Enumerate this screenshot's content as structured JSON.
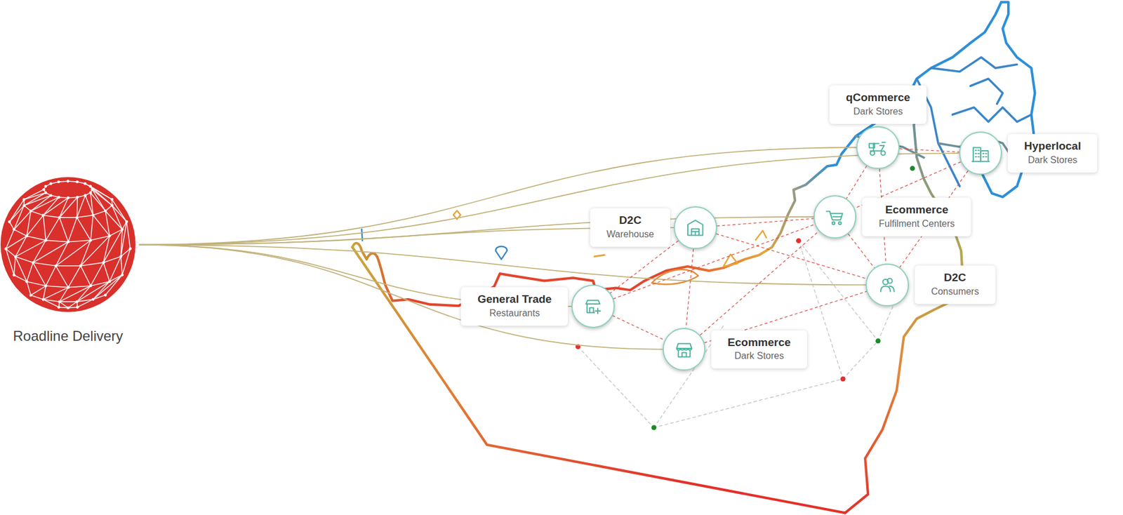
{
  "diagram": {
    "nodes": [
      {
        "text": [
          "Roadline Delivery"
        ]
      },
      {
        "text": [
          "qCommerce",
          "Dark Stores"
        ]
      },
      {
        "text": [
          "Hyperlocal",
          "Dark Stores"
        ]
      },
      {
        "text": [
          "D2C",
          "Warehouse"
        ]
      },
      {
        "text": [
          "Ecommerce",
          "Fulfilment Centers"
        ]
      },
      {
        "text": [
          "General Trade",
          "Restaurants"
        ]
      },
      {
        "text": [
          "D2C",
          "Consumers"
        ]
      },
      {
        "text": [
          "Ecommerce",
          "Dark Stores"
        ]
      }
    ],
    "edges": [
      {
        "from": 0,
        "to": 1,
        "arrow": "none"
      },
      {
        "from": 0,
        "to": 2,
        "arrow": "none"
      },
      {
        "from": 0,
        "to": 3,
        "arrow": "none"
      },
      {
        "from": 0,
        "to": 4,
        "arrow": "none"
      },
      {
        "from": 0,
        "to": 5,
        "arrow": "none"
      },
      {
        "from": 0,
        "to": 6,
        "arrow": "none"
      },
      {
        "from": 0,
        "to": 7,
        "arrow": "none"
      },
      {
        "from": 1,
        "to": 2,
        "arrow": "none"
      },
      {
        "from": 1,
        "to": 4,
        "arrow": "none"
      },
      {
        "from": 2,
        "to": 4,
        "arrow": "none"
      },
      {
        "from": 1,
        "to": 6,
        "arrow": "none"
      },
      {
        "from": 2,
        "to": 6,
        "arrow": "none"
      },
      {
        "from": 4,
        "to": 6,
        "arrow": "none"
      },
      {
        "from": 3,
        "to": 4,
        "arrow": "none"
      },
      {
        "from": 3,
        "to": 5,
        "arrow": "none"
      },
      {
        "from": 3,
        "to": 7,
        "arrow": "none"
      },
      {
        "from": 3,
        "to": 6,
        "arrow": "none"
      },
      {
        "from": 5,
        "to": 7,
        "arrow": "none"
      },
      {
        "from": 5,
        "to": 4,
        "arrow": "none"
      },
      {
        "from": 7,
        "to": 6,
        "arrow": "none"
      },
      {
        "from": 7,
        "to": 4,
        "arrow": "none"
      }
    ]
  }
}
